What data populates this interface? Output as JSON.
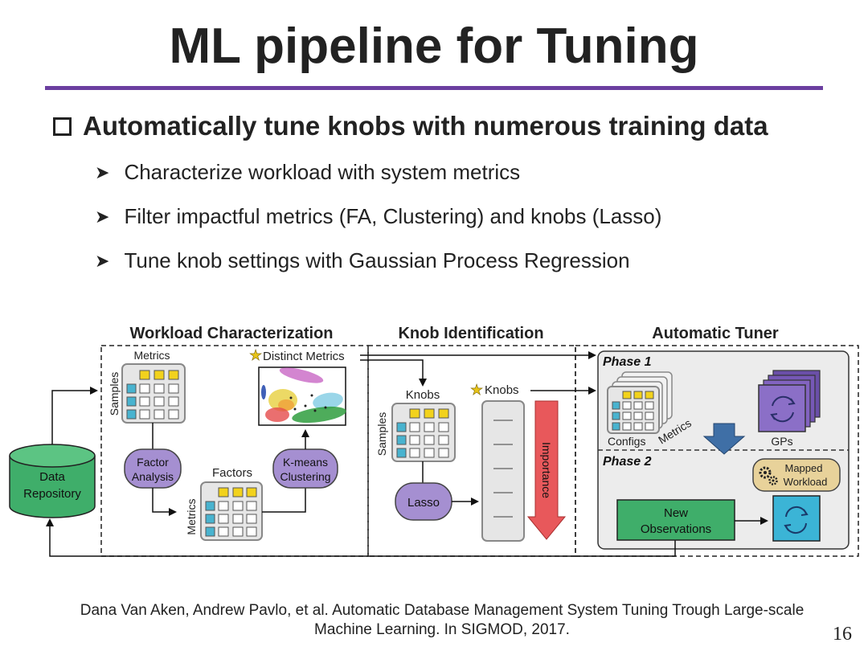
{
  "slide": {
    "title": "ML pipeline for Tuning",
    "main_bullet": "Automatically tune knobs with numerous training data",
    "sub_bullets": [
      "Characterize workload with system metrics",
      "Filter impactful metrics (FA, Clustering) and knobs (Lasso)",
      "Tune knob settings with Gaussian Process Regression"
    ],
    "reference": {
      "line1": "Dana Van Aken, Andrew Pavlo, et al. Automatic Database Management System Tuning Trough Large-scale",
      "line2": "Machine Learning. In SIGMOD, 2017."
    },
    "page_number": "16"
  },
  "diagram": {
    "sections": {
      "workload": "Workload Characterization",
      "knob": "Knob Identification",
      "tuner": "Automatic Tuner"
    },
    "repository": {
      "line1": "Data",
      "line2": "Repository"
    },
    "labels": {
      "metrics": "Metrics",
      "samples": "Samples",
      "distinct_metrics": "Distinct Metrics",
      "factors": "Factors",
      "metrics_vertical": "Metrics",
      "knobs_matrix": "Knobs",
      "samples_knob": "Samples",
      "knobs_star": "Knobs",
      "importance": "Importance",
      "phase1": "Phase 1",
      "phase2": "Phase 2",
      "configs": "Configs",
      "metrics_slanted": "Metrics",
      "gps": "GPs"
    },
    "nodes": {
      "factor_analysis": {
        "line1": "Factor",
        "line2": "Analysis"
      },
      "kmeans": {
        "line1": "K-means",
        "line2": "Clustering"
      },
      "lasso": "Lasso",
      "mapped_workload": {
        "line1": "Mapped",
        "line2": "Workload"
      },
      "new_observations": {
        "line1": "New",
        "line2": "Observations"
      }
    },
    "colors": {
      "accent_rule": "#6b3fa0",
      "process_node": "#a58fd1",
      "observations": "#3fae6a",
      "mapped": "#e8d29a",
      "gp_box": "#8b6fc7",
      "update_box": "#3bb4d6",
      "importance_arrow": "#e8585b",
      "cell_yellow": "#f2d21c",
      "cell_blue": "#49b3cf"
    },
    "icons": [
      "star-icon",
      "gear-icon",
      "refresh-icon",
      "down-arrow-icon"
    ]
  }
}
